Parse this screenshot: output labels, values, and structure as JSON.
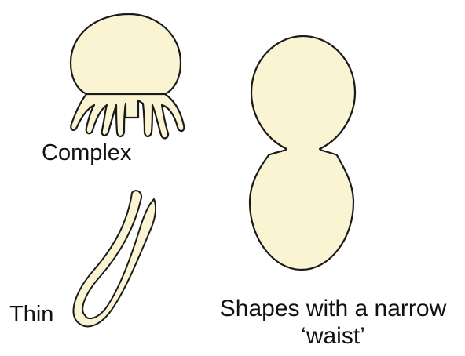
{
  "labels": {
    "complex": "Complex",
    "thin": "Thin",
    "waist_line1": "Shapes with a narrow",
    "waist_line2": "‘waist’"
  },
  "colors": {
    "fill": "#FAF4D2",
    "stroke": "#1A1A1A",
    "background": "#FFFFFF"
  }
}
